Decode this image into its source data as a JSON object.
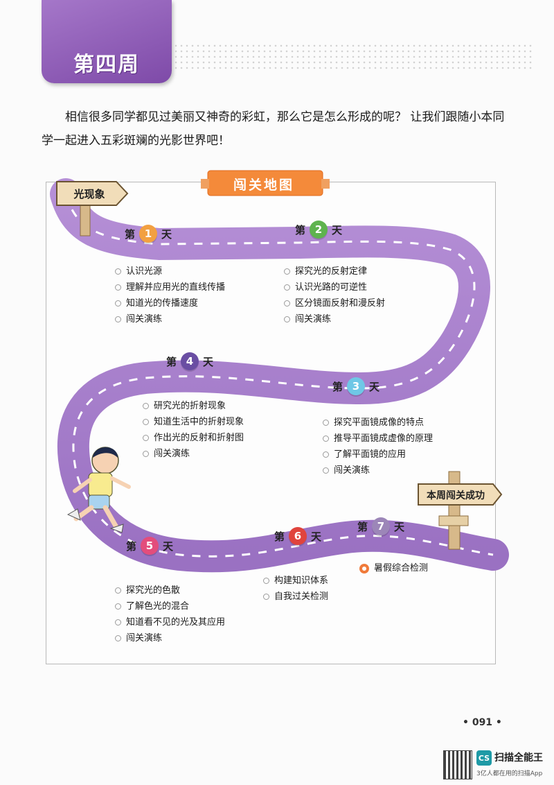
{
  "header": {
    "week_title": "第四周"
  },
  "intro": "相信很多同学都见过美丽又神奇的彩虹，那么它是怎么形成的呢？ 让我们跟随小本同学一起进入五彩斑斓的光影世界吧！",
  "map": {
    "title": "闯关地图",
    "start_sign": "光现象",
    "finish_sign": "本周闯关成功",
    "days": [
      {
        "prefix": "第",
        "num": "1",
        "suffix": "天",
        "color": "#f2a041",
        "items": [
          "认识光源",
          "理解并应用光的直线传播",
          "知道光的传播速度",
          "闯关演练"
        ]
      },
      {
        "prefix": "第",
        "num": "2",
        "suffix": "天",
        "color": "#5fb34f",
        "items": [
          "探究光的反射定律",
          "认识光路的可逆性",
          "区分镜面反射和漫反射",
          "闯关演练"
        ]
      },
      {
        "prefix": "第",
        "num": "3",
        "suffix": "天",
        "color": "#6fc7e6",
        "items": [
          "探究平面镜成像的特点",
          "推导平面镜成虚像的原理",
          "了解平面镜的应用",
          "闯关演练"
        ]
      },
      {
        "prefix": "第",
        "num": "4",
        "suffix": "天",
        "color": "#6a4ea3",
        "items": [
          "研究光的折射现象",
          "知道生活中的折射现象",
          "作出光的反射和折射图",
          "闯关演练"
        ]
      },
      {
        "prefix": "第",
        "num": "5",
        "suffix": "天",
        "color": "#e34d7c",
        "items": [
          "探究光的色散",
          "了解色光的混合",
          "知道看不见的光及其应用",
          "闯关演练"
        ]
      },
      {
        "prefix": "第",
        "num": "6",
        "suffix": "天",
        "color": "#e0443d",
        "items": [
          "构建知识体系",
          "自我过关检测"
        ]
      },
      {
        "prefix": "第",
        "num": "7",
        "suffix": "天",
        "color": "#9c86b8",
        "items": [
          "暑假综合检测"
        ]
      }
    ]
  },
  "footer": {
    "page_number": "• 091 •",
    "scanner_badge": "CS",
    "scanner_title": "扫描全能王",
    "scanner_sub": "3亿人都在用的扫描App"
  }
}
